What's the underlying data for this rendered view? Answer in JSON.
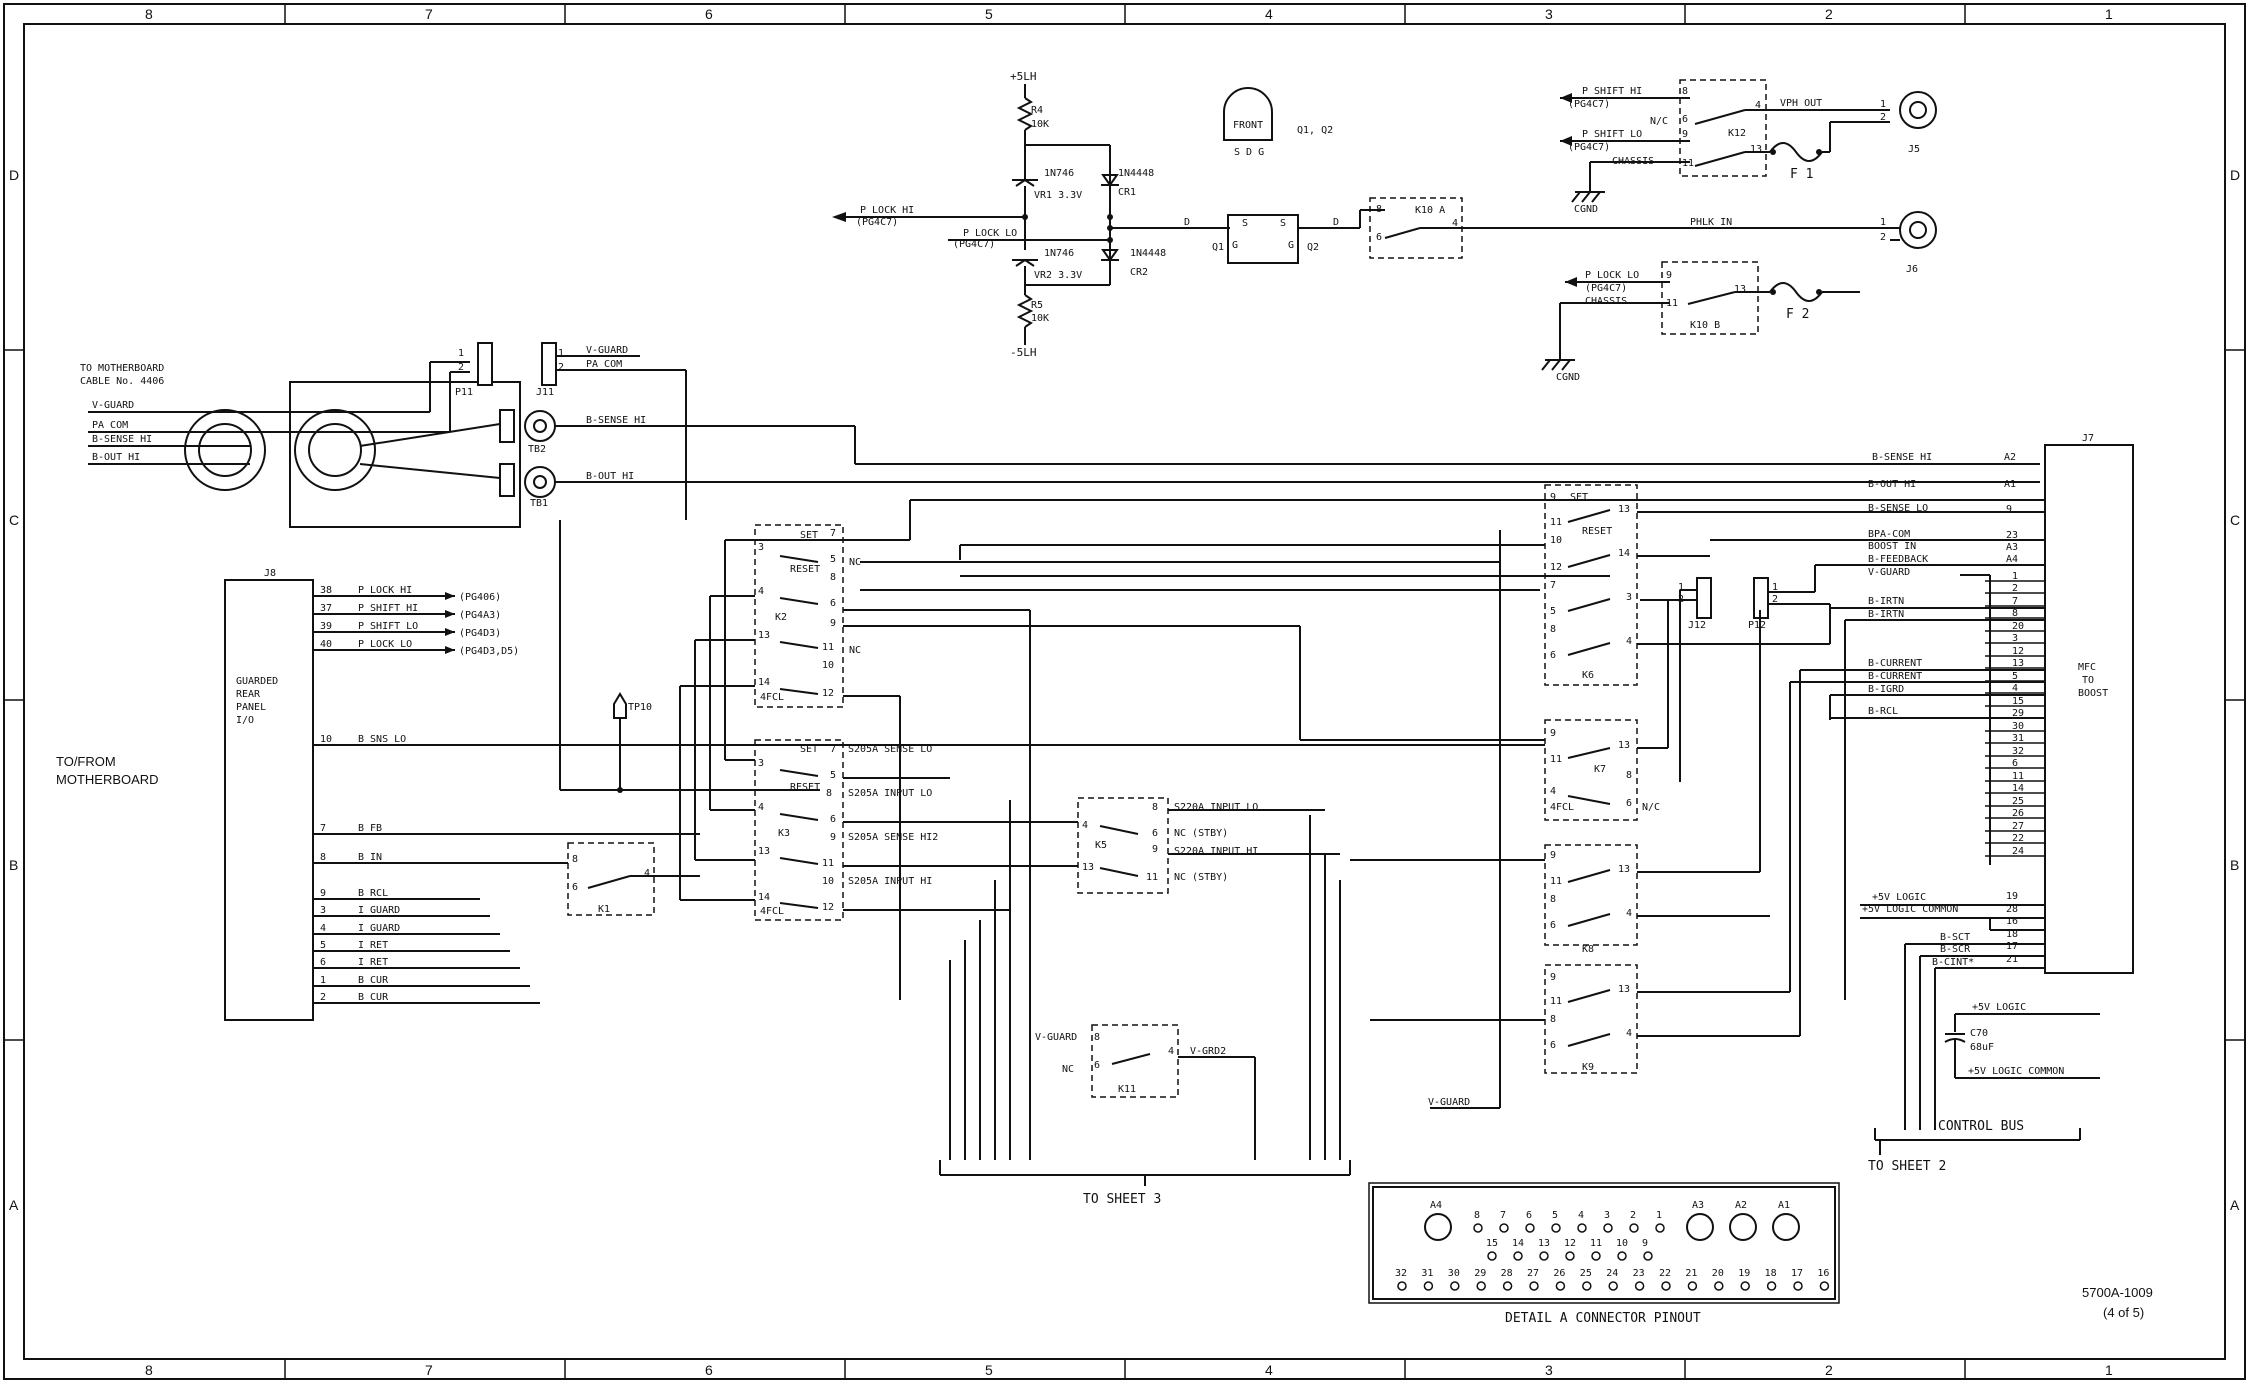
{
  "drawing": {
    "number": "5700A-1009",
    "sheet": "(4 of 5)"
  },
  "border": {
    "columns": [
      "8",
      "7",
      "6",
      "5",
      "4",
      "3",
      "2",
      "1"
    ],
    "rows": [
      "D",
      "C",
      "B",
      "A"
    ]
  },
  "front_view": {
    "label": "FRONT",
    "pins": "S D G",
    "refs": "Q1, Q2"
  },
  "supply": {
    "pos": "+5LH",
    "neg": "-5LH"
  },
  "parts": {
    "r4": "R4",
    "r4v": "10K",
    "r5": "R5",
    "r5v": "10K",
    "vr1_part": "1N746",
    "vr1": "VR1  3.3V",
    "vr2_part": "1N746",
    "vr2": "VR2  3.3V",
    "cr1_part": "1N4448",
    "cr1": "CR1",
    "cr2_part": "1N4448",
    "cr2": "CR2",
    "q1": "Q1",
    "q2": "Q2",
    "d": "D",
    "s": "S",
    "g": "G",
    "c70": "C70",
    "c70v": "68uF"
  },
  "relays": {
    "k10a": "K10 A",
    "k10b": "K10 B",
    "k12": "K12",
    "k1": "K1",
    "k2": "K2",
    "k3": "K3",
    "k5": "K5",
    "k6": "K6",
    "k7": "K7",
    "k8": "K8",
    "k9": "K9",
    "k11": "K11",
    "set": "SET",
    "reset": "RESET",
    "fcl": "4FCL",
    "nc": "NC",
    "nc_slash": "N/C"
  },
  "fuses": {
    "f1": "F 1",
    "f2": "F 2"
  },
  "connectors": {
    "j5": "J5",
    "j6": "J6",
    "j7": "J7",
    "j8": "J8",
    "j11": "J11",
    "j12": "J12",
    "p11": "P11",
    "p12": "P12",
    "tb1": "TB1",
    "tb2": "TB2",
    "tp10": "TP10"
  },
  "nets": {
    "p_shift_hi": "P SHIFT HI",
    "p_shift_lo": "P SHIFT LO",
    "p_lock_hi": "P LOCK HI",
    "p_lock_lo": "P LOCK LO",
    "pg4c7": "(PG4C7)",
    "chassis": "CHASSIS",
    "cgnd": "CGND",
    "vph_out": "VPH OUT",
    "phlk_in": "PHLK IN",
    "v_guard": "V-GUARD",
    "pa_com": "PA COM",
    "b_sense_hi": "B-SENSE HI",
    "b_out_hi": "B-OUT HI",
    "b_sense_lo": "B-SENSE LO",
    "bpa_com": "BPA-COM",
    "boost_in": "BOOST IN",
    "b_feedback": "B-FEEDBACK",
    "b_irtn": "B-IRTN",
    "b_current": "B-CURRENT",
    "b_igrd": "B-IGRD",
    "b_rcl": "B-RCL",
    "logic5": "+5V LOGIC",
    "logic5_common": "+5V LOGIC COMMON",
    "b_sct": "B-SCT",
    "b_scr": "B-SCR",
    "b_cint": "B-CINT*",
    "v_grd2": "V-GRD2",
    "s205a_sense_lo": "S205A SENSE LO",
    "s205a_input_lo": "S205A INPUT LO",
    "s205a_sense_hi2": "S205A SENSE HI2",
    "s205a_input_hi": "S205A INPUT HI",
    "s220a_input_lo": "S220A INPUT LO",
    "s220a_input_hi": "S220A INPUT HI",
    "nc_stby": "NC (STBY)"
  },
  "j8_pins": [
    {
      "pin": "38",
      "name": "P LOCK HI",
      "ref": "(PG406)"
    },
    {
      "pin": "37",
      "name": "P SHIFT HI",
      "ref": "(PG4A3)"
    },
    {
      "pin": "39",
      "name": "P SHIFT LO",
      "ref": "(PG4D3)"
    },
    {
      "pin": "40",
      "name": "P LOCK LO",
      "ref": "(PG4D3,D5)"
    },
    {
      "pin": "10",
      "name": "B SNS LO",
      "ref": ""
    },
    {
      "pin": "7",
      "name": "B FB",
      "ref": ""
    },
    {
      "pin": "8",
      "name": "B IN",
      "ref": ""
    },
    {
      "pin": "9",
      "name": "B RCL",
      "ref": ""
    },
    {
      "pin": "3",
      "name": "I GUARD",
      "ref": ""
    },
    {
      "pin": "4",
      "name": "I GUARD",
      "ref": ""
    },
    {
      "pin": "5",
      "name": "I RET",
      "ref": ""
    },
    {
      "pin": "6",
      "name": "I RET",
      "ref": ""
    },
    {
      "pin": "1",
      "name": "B CUR",
      "ref": ""
    },
    {
      "pin": "2",
      "name": "B CUR",
      "ref": ""
    }
  ],
  "j8_label": [
    "GUARDED",
    "REAR",
    "PANEL",
    "I/O"
  ],
  "j7_label": [
    "MFC",
    "TO",
    "BOOST"
  ],
  "j7_pins": [
    "A2",
    "A1",
    "9",
    "23",
    "A3",
    "A4",
    "1",
    "2",
    "7",
    "8",
    "20",
    "3",
    "12",
    "13",
    "5",
    "4",
    "15",
    "29",
    "30",
    "31",
    "32",
    "6",
    "11",
    "14",
    "25",
    "26",
    "27",
    "22",
    "24",
    "19",
    "28",
    "16",
    "18",
    "17",
    "21"
  ],
  "labels": {
    "to_motherboard": "TO MOTHERBOARD",
    "cable": "CABLE No. 4406",
    "to_from": "TO/FROM",
    "motherboard": "MOTHERBOARD",
    "to_sheet3": "TO SHEET 3",
    "to_sheet2": "TO SHEET 2",
    "control_bus": "CONTROL BUS",
    "detail": "DETAIL A  CONNECTOR PINOUT"
  },
  "pinout": {
    "top_large": [
      "A4",
      "A3",
      "A2",
      "A1"
    ],
    "row1": [
      "8",
      "7",
      "6",
      "5",
      "4",
      "3",
      "2",
      "1"
    ],
    "row2": [
      "15",
      "14",
      "13",
      "12",
      "11",
      "10",
      "9"
    ],
    "row3": [
      "32",
      "31",
      "30",
      "29",
      "28",
      "27",
      "26",
      "25",
      "24",
      "23",
      "22",
      "21",
      "20",
      "19",
      "18",
      "17",
      "16"
    ]
  }
}
